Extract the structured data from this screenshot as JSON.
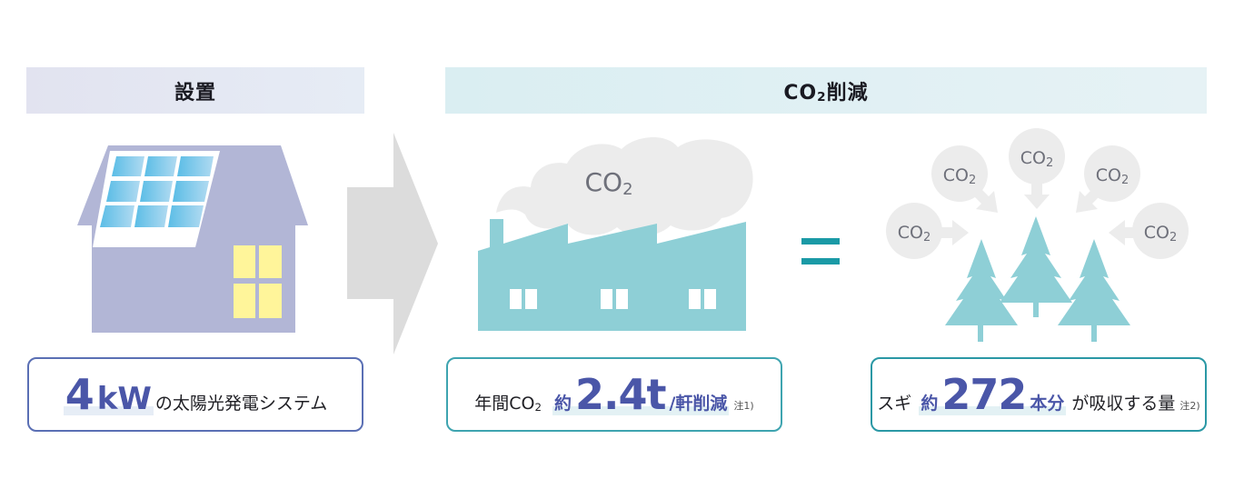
{
  "headers": {
    "install": "設置",
    "co2_reduction": {
      "prefix": "CO",
      "sub": "2",
      "suffix": "削減"
    }
  },
  "house": {
    "colors": {
      "body": "#b2b6d6",
      "panel": "#5bbde6",
      "panel_light": "#a8d8f0",
      "window": "#fff59a"
    }
  },
  "arrow": {
    "color": "#dcdcdc"
  },
  "factory": {
    "cloud_label": {
      "prefix": "CO",
      "sub": "2"
    },
    "colors": {
      "building": "#8ecfd6",
      "cloud": "#ececec",
      "text": "#6e707a"
    }
  },
  "equals": {
    "color": "#1a9aa6"
  },
  "trees": {
    "bubbles": [
      {
        "prefix": "CO",
        "sub": "2"
      },
      {
        "prefix": "CO",
        "sub": "2"
      },
      {
        "prefix": "CO",
        "sub": "2"
      },
      {
        "prefix": "CO",
        "sub": "2"
      },
      {
        "prefix": "CO",
        "sub": "2"
      }
    ],
    "colors": {
      "tree": "#8ecfd6",
      "bubble": "#ececec",
      "text": "#6e707a"
    }
  },
  "boxes": {
    "install": {
      "value": "4",
      "unit": "kW",
      "text": "の太陽光発電システム"
    },
    "factory": {
      "lead": "年間CO",
      "lead_sub": "2",
      "approx": "約",
      "value": "2.4t",
      "unit": "/軒削減",
      "note": "注1)"
    },
    "tree": {
      "lead": "スギ",
      "approx": "約",
      "value": "272",
      "unit": "本分",
      "text": "が吸収する量",
      "note": "注2)"
    }
  }
}
